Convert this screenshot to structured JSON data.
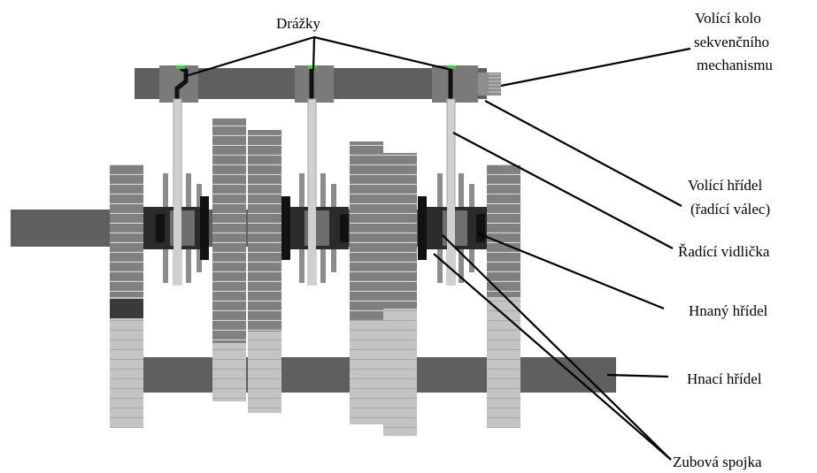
{
  "labels": {
    "grooves": "Drážky",
    "selector_wheel_line1": "Volící kolo",
    "selector_wheel_line2": "sekvenčního",
    "selector_wheel_line3": "mechanismu",
    "selector_shaft_line1": "Volící hřídel",
    "selector_shaft_line2": "(řadící válec)",
    "shift_fork": "Řadící vidlička",
    "driven_shaft": "Hnaný hřídel",
    "drive_shaft": "Hnací hřídel",
    "dog_clutch": "Zubová spojka"
  },
  "colors": {
    "shaft": "#5f5f5f",
    "gear_dark": "#808080",
    "gear_light": "#c4c4c4",
    "gear_line": "#d8d8d8",
    "hub": "#1a1a1a",
    "fork": "#d0d0d0",
    "groove_marker": "#3cd03c",
    "line": "#000000"
  }
}
